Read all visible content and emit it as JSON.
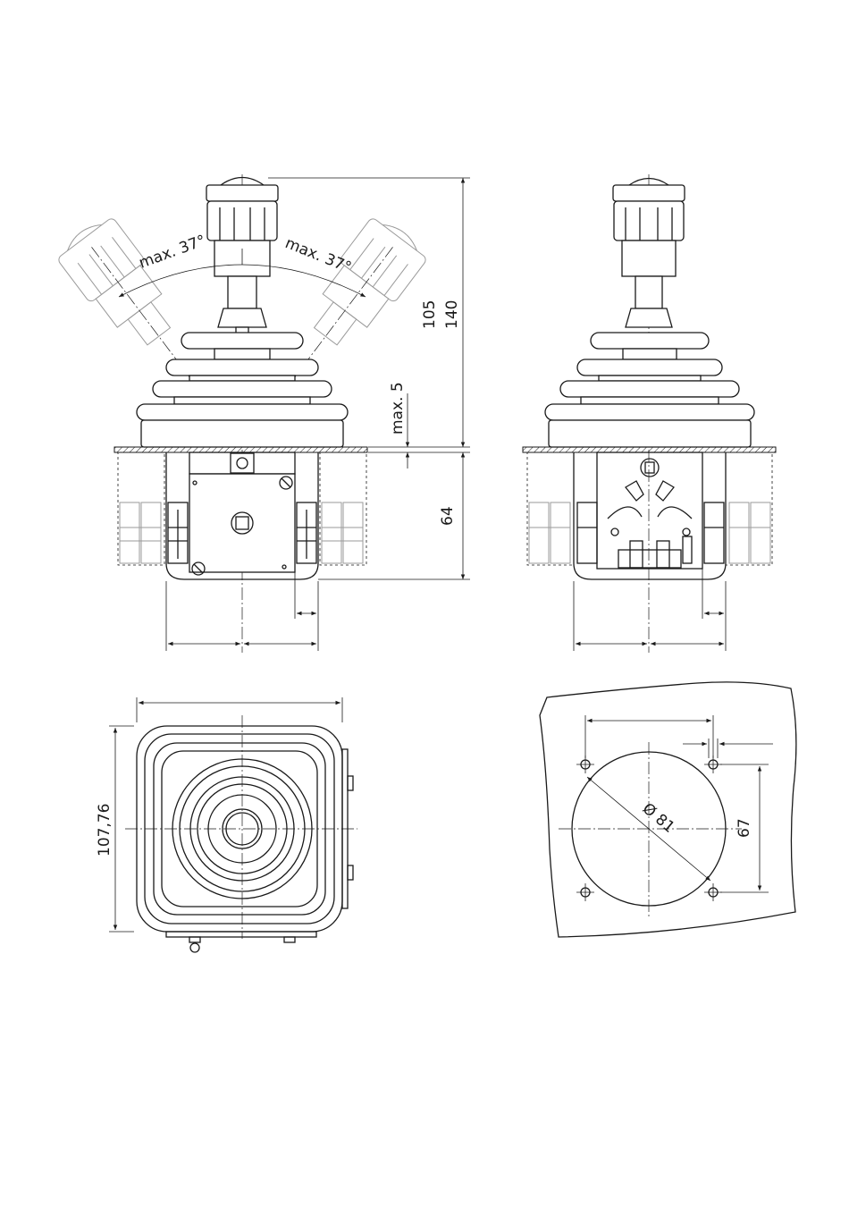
{
  "drawing": {
    "front_view": {
      "tilt_left_label": "max. 37°",
      "tilt_right_label": "max. 37°",
      "dim_105": "105",
      "dim_140": "140",
      "dim_max5": "max. 5",
      "dim_64": "64"
    },
    "top_view": {
      "dim_height": "107,76"
    },
    "cutout_view": {
      "dim_diameter": "Ø 81",
      "dim_67": "67"
    }
  },
  "colors": {
    "line": "#1a1a1a",
    "ghost": "#9a9a9a",
    "background": "#ffffff"
  }
}
